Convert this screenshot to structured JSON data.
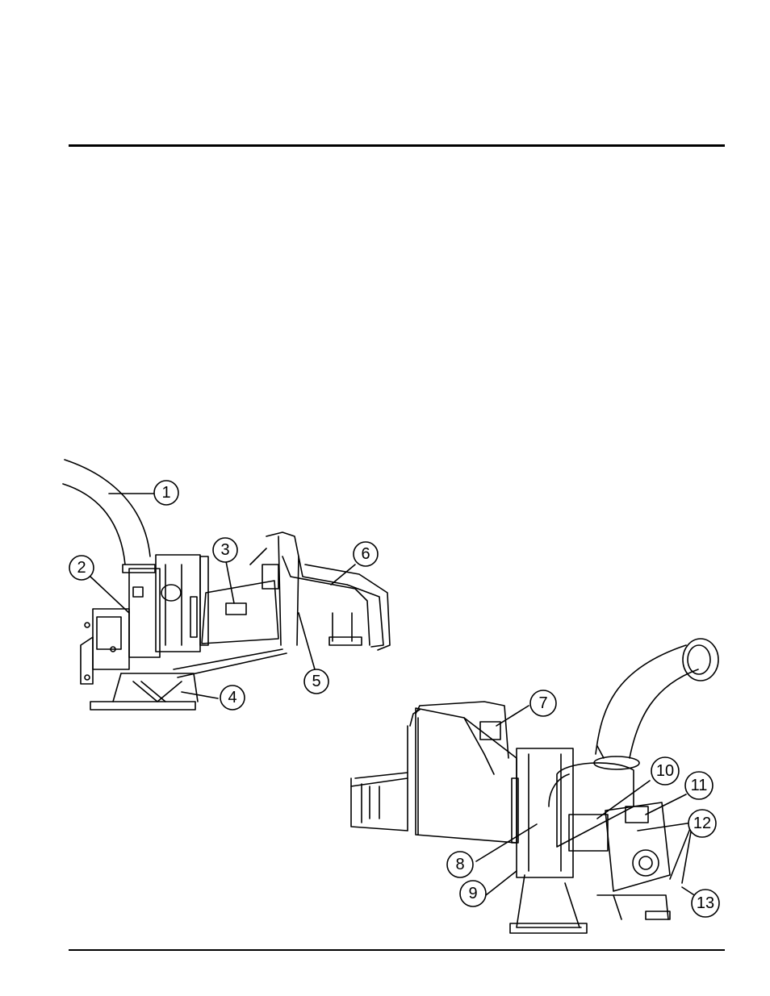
{
  "figures": {
    "side_view": {
      "callouts": [
        {
          "id": "callout-1",
          "label": "1"
        },
        {
          "id": "callout-2",
          "label": "2"
        },
        {
          "id": "callout-3",
          "label": "3"
        },
        {
          "id": "callout-4",
          "label": "4"
        },
        {
          "id": "callout-5",
          "label": "5"
        },
        {
          "id": "callout-6",
          "label": "6"
        }
      ]
    },
    "rear_view": {
      "callouts": [
        {
          "id": "callout-7",
          "label": "7"
        },
        {
          "id": "callout-8",
          "label": "8"
        },
        {
          "id": "callout-9",
          "label": "9"
        },
        {
          "id": "callout-10",
          "label": "10"
        },
        {
          "id": "callout-11",
          "label": "11"
        },
        {
          "id": "callout-12",
          "label": "12"
        },
        {
          "id": "callout-13",
          "label": "13"
        }
      ]
    }
  }
}
